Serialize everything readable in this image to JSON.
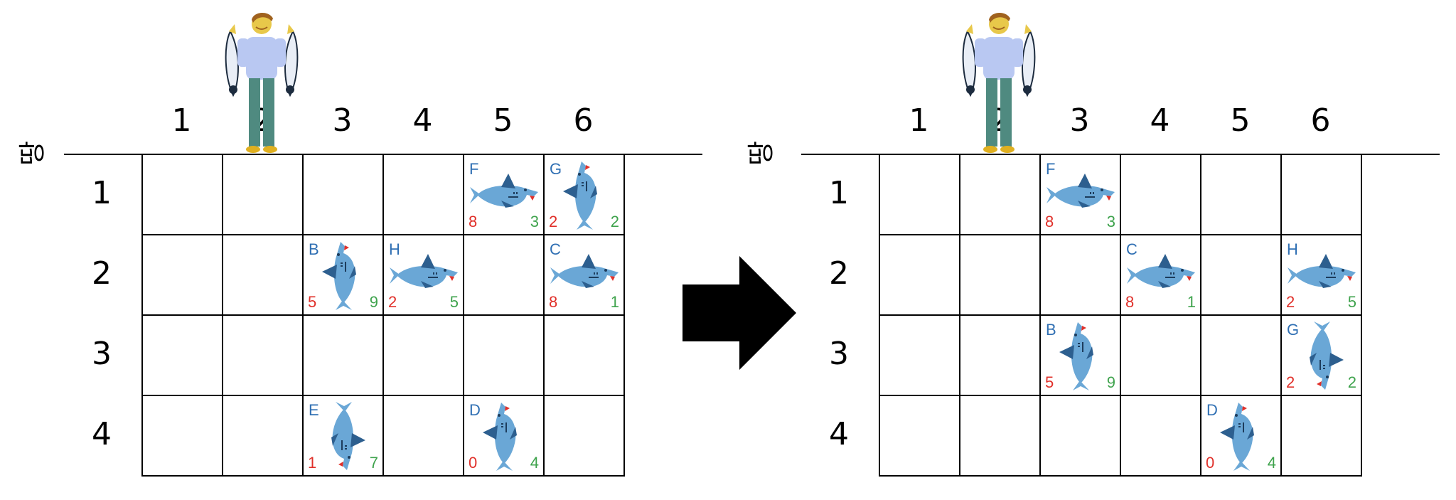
{
  "ground_label": "땅",
  "columns": [
    "1",
    "2",
    "3",
    "4",
    "5",
    "6"
  ],
  "rows": [
    "1",
    "2",
    "3",
    "4"
  ],
  "colors": {
    "id": "#2f6fb3",
    "speed": "#e0302a",
    "size": "#3fa34d",
    "shark_body": "#6aa7d6",
    "shark_fin": "#2d5f8f"
  },
  "fisher_column": 2,
  "panels": [
    {
      "sharks": [
        {
          "id": "F",
          "row": 1,
          "col": 5,
          "speed": "8",
          "size": "3",
          "dir": "right"
        },
        {
          "id": "G",
          "row": 1,
          "col": 6,
          "speed": "2",
          "size": "2",
          "dir": "up"
        },
        {
          "id": "B",
          "row": 2,
          "col": 3,
          "speed": "5",
          "size": "9",
          "dir": "up"
        },
        {
          "id": "H",
          "row": 2,
          "col": 4,
          "speed": "2",
          "size": "5",
          "dir": "right"
        },
        {
          "id": "C",
          "row": 2,
          "col": 6,
          "speed": "8",
          "size": "1",
          "dir": "right"
        },
        {
          "id": "E",
          "row": 4,
          "col": 3,
          "speed": "1",
          "size": "7",
          "dir": "down"
        },
        {
          "id": "D",
          "row": 4,
          "col": 5,
          "speed": "0",
          "size": "4",
          "dir": "up"
        }
      ]
    },
    {
      "sharks": [
        {
          "id": "F",
          "row": 1,
          "col": 3,
          "speed": "8",
          "size": "3",
          "dir": "right"
        },
        {
          "id": "C",
          "row": 2,
          "col": 4,
          "speed": "8",
          "size": "1",
          "dir": "right"
        },
        {
          "id": "H",
          "row": 2,
          "col": 6,
          "speed": "2",
          "size": "5",
          "dir": "right"
        },
        {
          "id": "B",
          "row": 3,
          "col": 3,
          "speed": "5",
          "size": "9",
          "dir": "up"
        },
        {
          "id": "G",
          "row": 3,
          "col": 6,
          "speed": "2",
          "size": "2",
          "dir": "down"
        },
        {
          "id": "D",
          "row": 4,
          "col": 5,
          "speed": "0",
          "size": "4",
          "dir": "up"
        }
      ]
    }
  ]
}
